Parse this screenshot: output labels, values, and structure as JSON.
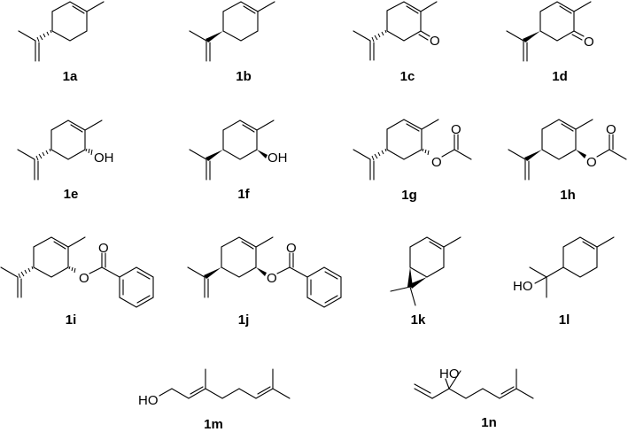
{
  "figure": {
    "compounds": [
      {
        "id": "1a",
        "label": "1a",
        "stereo": "hashed"
      },
      {
        "id": "1b",
        "label": "1b",
        "stereo": "wedged"
      },
      {
        "id": "1c",
        "label": "1c",
        "stereo": "hashed",
        "atoms": [
          "O"
        ]
      },
      {
        "id": "1d",
        "label": "1d",
        "stereo": "wedged",
        "atoms": [
          "O"
        ]
      },
      {
        "id": "1e",
        "label": "1e",
        "stereo": "hashed",
        "atoms": [
          "OH"
        ]
      },
      {
        "id": "1f",
        "label": "1f",
        "stereo": "wedged",
        "atoms": [
          "OH"
        ]
      },
      {
        "id": "1g",
        "label": "1g",
        "stereo": "hashed",
        "atoms": [
          "O",
          "O"
        ]
      },
      {
        "id": "1h",
        "label": "1h",
        "stereo": "wedged",
        "atoms": [
          "O",
          "O"
        ]
      },
      {
        "id": "1i",
        "label": "1i",
        "stereo": "hashed",
        "atoms": [
          "O",
          "O"
        ]
      },
      {
        "id": "1j",
        "label": "1j",
        "stereo": "wedged",
        "atoms": [
          "O",
          "O"
        ]
      },
      {
        "id": "1k",
        "label": "1k",
        "stereo": "wedged"
      },
      {
        "id": "1l",
        "label": "1l",
        "atoms": [
          "HO"
        ]
      },
      {
        "id": "1m",
        "label": "1m",
        "atoms": [
          "HO"
        ]
      },
      {
        "id": "1n",
        "label": "1n",
        "atoms": [
          "HO"
        ]
      }
    ],
    "colors": {
      "ink": "#000000",
      "background": "#ffffff"
    }
  }
}
